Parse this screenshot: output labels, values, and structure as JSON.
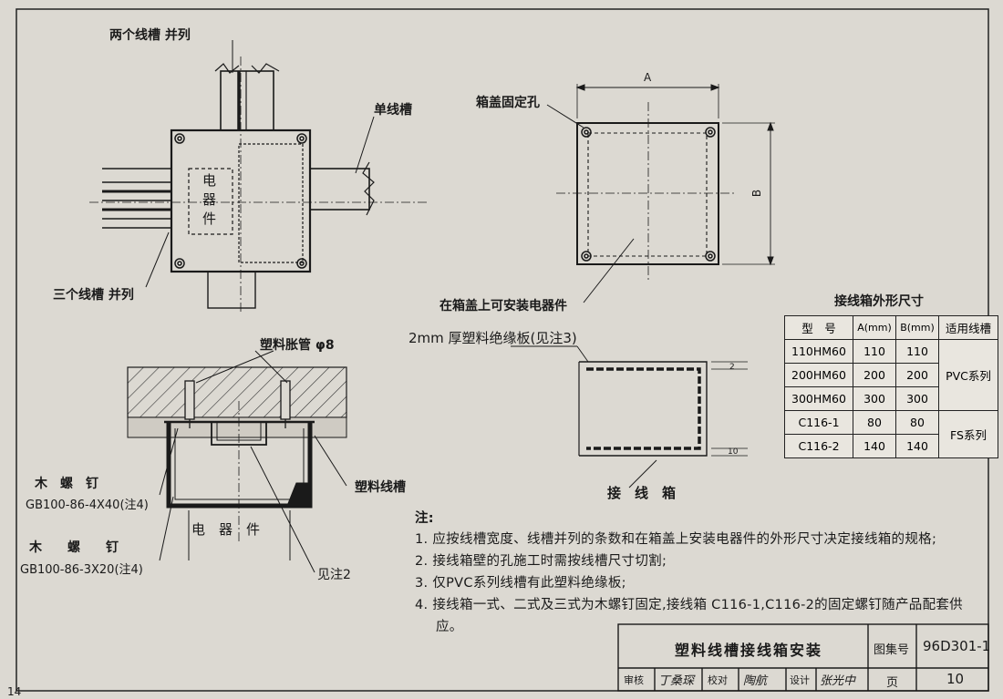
{
  "labels": {
    "two_channels": "两个线槽 并列",
    "single_channel": "单线槽",
    "three_channels": "三个线槽 并列",
    "device": "电\n器\n件",
    "cover_hole": "箱盖固定孔",
    "dim_a": "A",
    "dim_b": "B",
    "install_on_cover": "在箱盖上可安装电器件",
    "insulation_board": "2mm 厚塑料绝缘板(见注3)",
    "expansion_tube": "塑料胀管 φ8",
    "wood_screw_1_title": "木　螺　钉",
    "wood_screw_1_spec": "GB100-86-4X40(注4)",
    "wood_screw_2_title": "木　　螺　　钉",
    "wood_screw_2_spec": "GB100-86-3X20(注4)",
    "plastic_channel": "塑料线槽",
    "device_bottom": "电　器　件",
    "see_note_2": "见注2",
    "junction_box": "接　线　箱",
    "dim_2": "2",
    "dim_10": "10",
    "page_number_left": "14"
  },
  "spec_table": {
    "title": "接线箱外形尺寸",
    "headers": [
      "型　号",
      "A(mm)",
      "B(mm)",
      "适用线槽"
    ],
    "rows": [
      [
        "110HM60",
        "110",
        "110"
      ],
      [
        "200HM60",
        "200",
        "200"
      ],
      [
        "300HM60",
        "300",
        "300"
      ],
      [
        "C116-1",
        "80",
        "80"
      ],
      [
        "C116-2",
        "140",
        "140"
      ]
    ],
    "groups": [
      "PVC系列",
      "FS系列"
    ]
  },
  "notes": {
    "heading": "注:",
    "items": [
      "1. 应按线槽宽度、线槽并列的条数和在箱盖上安装电器件的外形尺寸决定接线箱的规格;",
      "2. 接线箱壁的孔施工时需按线槽尺寸切割;",
      "3. 仅PVC系列线槽有此塑料绝缘板;",
      "4. 接线箱一式、二式及三式为木螺钉固定,接线箱 C116-1,C116-2的固定螺钉随产品配套供",
      "应。"
    ]
  },
  "title_block": {
    "title": "塑料线槽接线箱安装",
    "atlas_label": "图集号",
    "atlas_no": "96D301-1",
    "review_label": "审核",
    "review_sig": "丁桑琛",
    "check_label": "校对",
    "check_sig": "陶航",
    "design_label": "设计",
    "design_sig": "张光中",
    "page_label": "页",
    "page_no": "10"
  }
}
